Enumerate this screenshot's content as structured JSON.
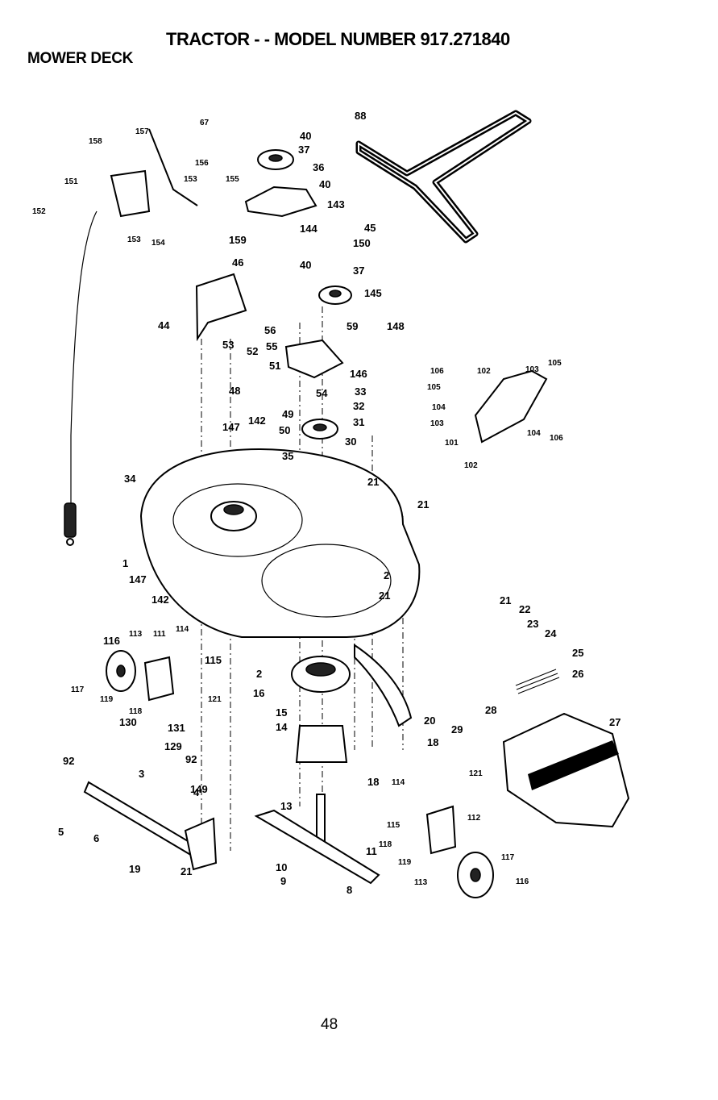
{
  "header": {
    "title": "TRACTOR - - MODEL NUMBER 917.271840",
    "section": "MOWER DECK"
  },
  "page_number": "48",
  "callouts": [
    {
      "label": "158"
    },
    {
      "label": "157"
    },
    {
      "label": "67"
    },
    {
      "label": "151"
    },
    {
      "label": "156"
    },
    {
      "label": "153"
    },
    {
      "label": "155"
    },
    {
      "label": "152"
    },
    {
      "label": "153"
    },
    {
      "label": "154"
    },
    {
      "label": "40"
    },
    {
      "label": "37"
    },
    {
      "label": "36"
    },
    {
      "label": "40"
    },
    {
      "label": "143"
    },
    {
      "label": "144"
    },
    {
      "label": "159"
    },
    {
      "label": "88"
    },
    {
      "label": "45"
    },
    {
      "label": "150"
    },
    {
      "label": "46"
    },
    {
      "label": "40"
    },
    {
      "label": "37"
    },
    {
      "label": "145"
    },
    {
      "label": "44"
    },
    {
      "label": "56"
    },
    {
      "label": "59"
    },
    {
      "label": "148"
    },
    {
      "label": "53"
    },
    {
      "label": "52"
    },
    {
      "label": "55"
    },
    {
      "label": "51"
    },
    {
      "label": "146"
    },
    {
      "label": "54"
    },
    {
      "label": "33"
    },
    {
      "label": "48"
    },
    {
      "label": "49"
    },
    {
      "label": "32"
    },
    {
      "label": "147"
    },
    {
      "label": "142"
    },
    {
      "label": "50"
    },
    {
      "label": "31"
    },
    {
      "label": "30"
    },
    {
      "label": "35"
    },
    {
      "label": "106"
    },
    {
      "label": "102"
    },
    {
      "label": "103"
    },
    {
      "label": "105"
    },
    {
      "label": "105"
    },
    {
      "label": "104"
    },
    {
      "label": "103"
    },
    {
      "label": "104"
    },
    {
      "label": "106"
    },
    {
      "label": "101"
    },
    {
      "label": "102"
    },
    {
      "label": "34"
    },
    {
      "label": "21"
    },
    {
      "label": "21"
    },
    {
      "label": "1"
    },
    {
      "label": "147"
    },
    {
      "label": "2"
    },
    {
      "label": "21"
    },
    {
      "label": "142"
    },
    {
      "label": "21"
    },
    {
      "label": "22"
    },
    {
      "label": "23"
    },
    {
      "label": "24"
    },
    {
      "label": "116"
    },
    {
      "label": "113"
    },
    {
      "label": "111"
    },
    {
      "label": "114"
    },
    {
      "label": "115"
    },
    {
      "label": "2"
    },
    {
      "label": "25"
    },
    {
      "label": "26"
    },
    {
      "label": "117"
    },
    {
      "label": "119"
    },
    {
      "label": "121"
    },
    {
      "label": "16"
    },
    {
      "label": "118"
    },
    {
      "label": "15"
    },
    {
      "label": "20"
    },
    {
      "label": "28"
    },
    {
      "label": "27"
    },
    {
      "label": "130"
    },
    {
      "label": "131"
    },
    {
      "label": "14"
    },
    {
      "label": "29"
    },
    {
      "label": "18"
    },
    {
      "label": "129"
    },
    {
      "label": "92"
    },
    {
      "label": "92"
    },
    {
      "label": "3"
    },
    {
      "label": "18"
    },
    {
      "label": "114"
    },
    {
      "label": "121"
    },
    {
      "label": "4"
    },
    {
      "label": "149"
    },
    {
      "label": "13"
    },
    {
      "label": "112"
    },
    {
      "label": "5"
    },
    {
      "label": "6"
    },
    {
      "label": "115"
    },
    {
      "label": "118"
    },
    {
      "label": "11"
    },
    {
      "label": "117"
    },
    {
      "label": "19"
    },
    {
      "label": "21"
    },
    {
      "label": "10"
    },
    {
      "label": "119"
    },
    {
      "label": "9"
    },
    {
      "label": "8"
    },
    {
      "label": "113"
    },
    {
      "label": "116"
    }
  ]
}
